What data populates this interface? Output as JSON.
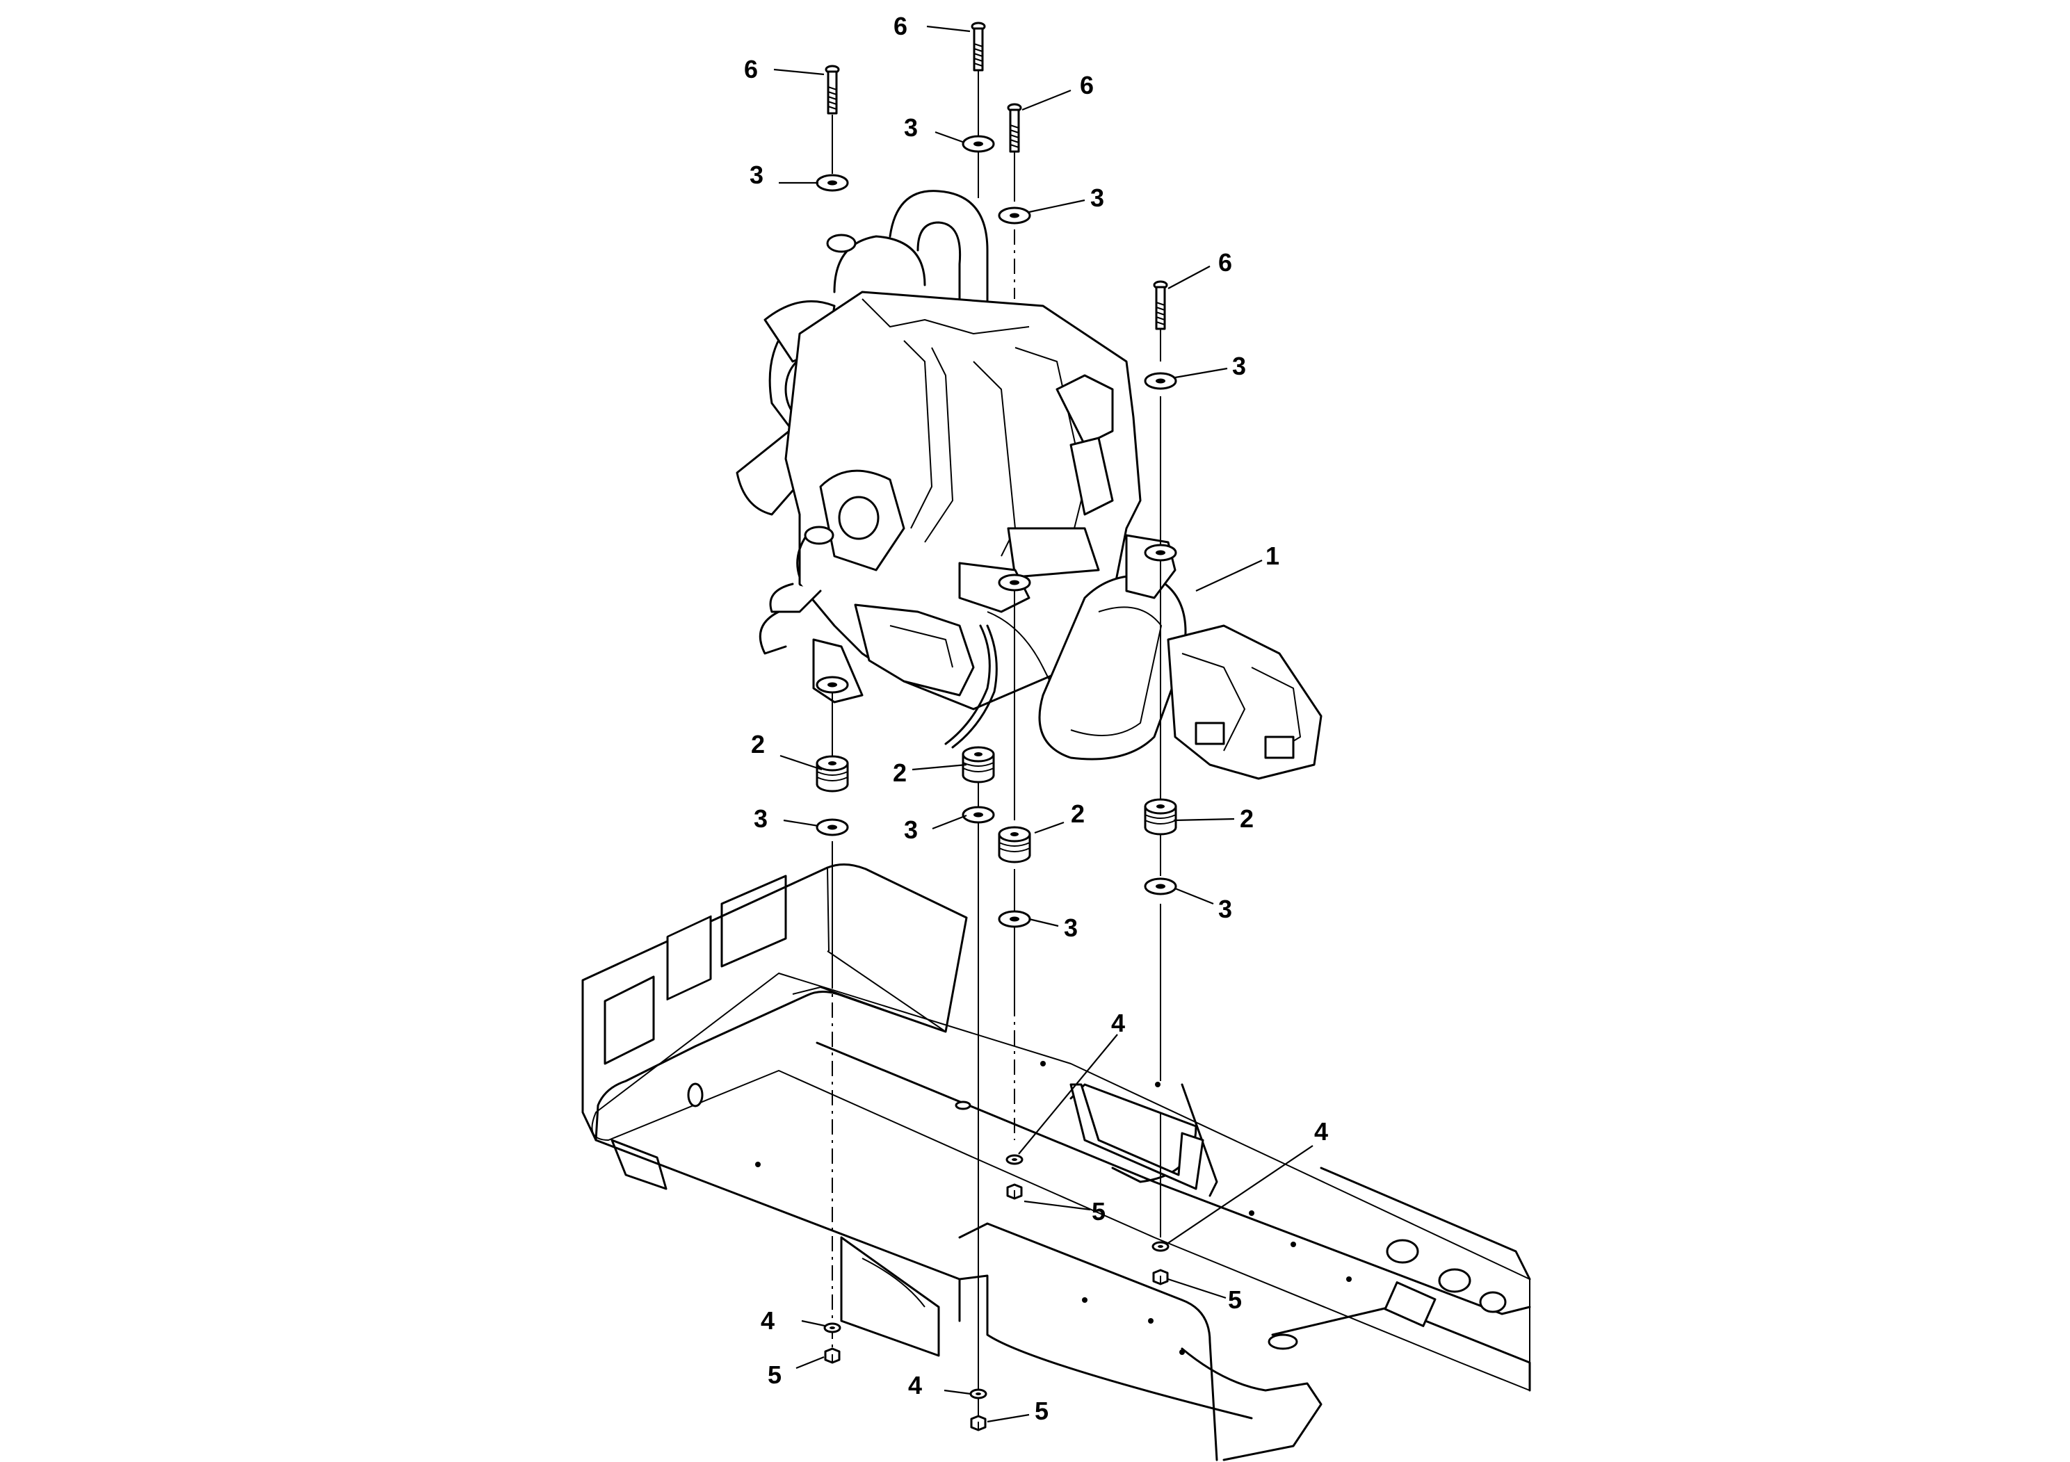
{
  "labels": {
    "l1": "1",
    "l2a": "2",
    "l2b": "2",
    "l2c": "2",
    "l2d": "2",
    "l3a": "3",
    "l3b": "3",
    "l3c": "3",
    "l3d": "3",
    "l3e": "3",
    "l3f": "3",
    "l3g": "3",
    "l3h": "3",
    "l4a": "4",
    "l4b": "4",
    "l4c": "4",
    "l4d": "4",
    "l5a": "5",
    "l5b": "5",
    "l5c": "5",
    "l5d": "5",
    "l6a": "6",
    "l6b": "6",
    "l6c": "6",
    "l6d": "6"
  }
}
